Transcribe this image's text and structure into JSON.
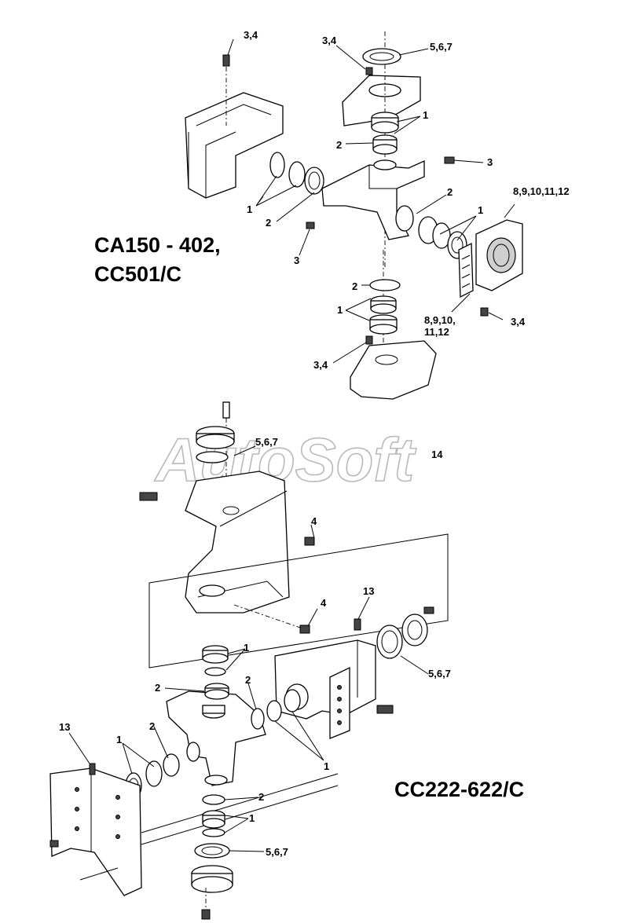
{
  "diagram_top": {
    "model_line1": "CA150 - 402,",
    "model_line2": "CC501/C",
    "callouts": [
      "3,4",
      "3,4",
      "5,6,7",
      "1",
      "2",
      "3",
      "1",
      "2",
      "2",
      "1",
      "8,9,10,11,12",
      "3",
      "2",
      "1",
      "8,9,10,",
      "11,12",
      "3,4",
      "3,4"
    ]
  },
  "diagram_bottom": {
    "model": "CC222-622/C",
    "callouts": [
      "5,6,7",
      "14",
      "4",
      "4",
      "13",
      "1",
      "2",
      "2",
      "5,6,7",
      "13",
      "2",
      "1",
      "1",
      "2",
      "1",
      "5,6,7"
    ]
  },
  "watermark": "AutoSoft"
}
